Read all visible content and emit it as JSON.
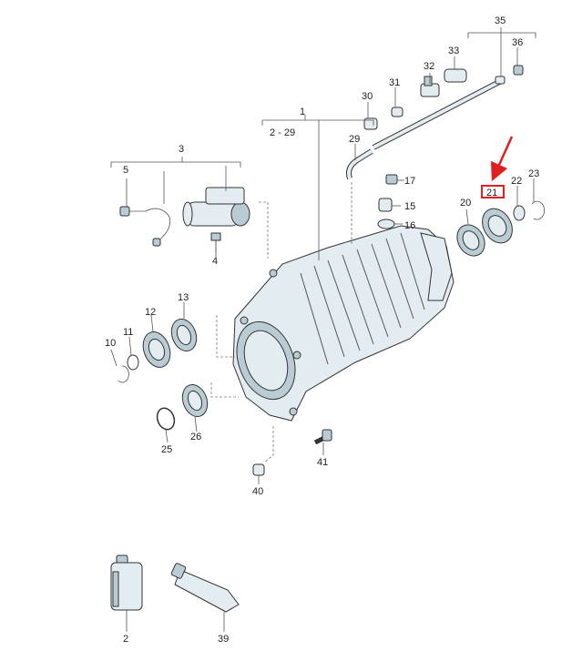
{
  "diagram": {
    "labels": {
      "l1": "1",
      "l1_range": "2 - 29",
      "l2": "2",
      "l3": "3",
      "l4": "4",
      "l5": "5",
      "l10": "10",
      "l11": "11",
      "l12": "12",
      "l13": "13",
      "l15": "15",
      "l16": "16",
      "l17": "17",
      "l20": "20",
      "l21": "21",
      "l22": "22",
      "l23": "23",
      "l25": "25",
      "l26": "26",
      "l29": "29",
      "l30": "30",
      "l31": "31",
      "l32": "32",
      "l33": "33",
      "l35": "35",
      "l36": "36",
      "l39": "39",
      "l40": "40",
      "l41": "41"
    },
    "highlight": {
      "part": "21",
      "color": "#e02020"
    },
    "colors": {
      "part_fill": "#e3edf1",
      "part_shade": "#b9ccd4",
      "line": "#333333"
    }
  }
}
